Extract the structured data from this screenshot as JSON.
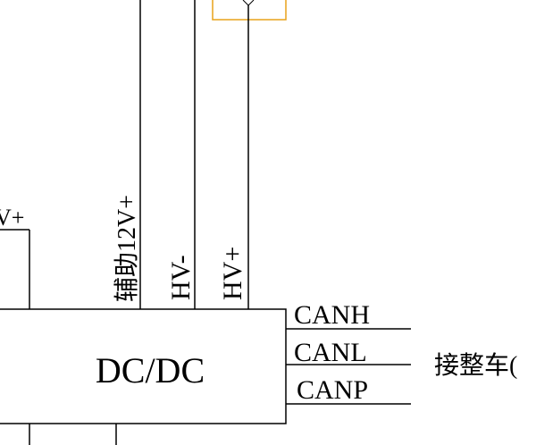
{
  "dcdc": {
    "label": "DC/DC"
  },
  "pins": {
    "aux12v": "辅助12V+",
    "hv_minus": "HV-",
    "hv_plus": "HV+",
    "left_v_plus": "V+"
  },
  "can": {
    "canh": "CANH",
    "canl": "CANL",
    "canp": "CANP"
  },
  "destination": "接整车(",
  "colors": {
    "line": "#000000",
    "fuse_box": "#e8a21a"
  }
}
